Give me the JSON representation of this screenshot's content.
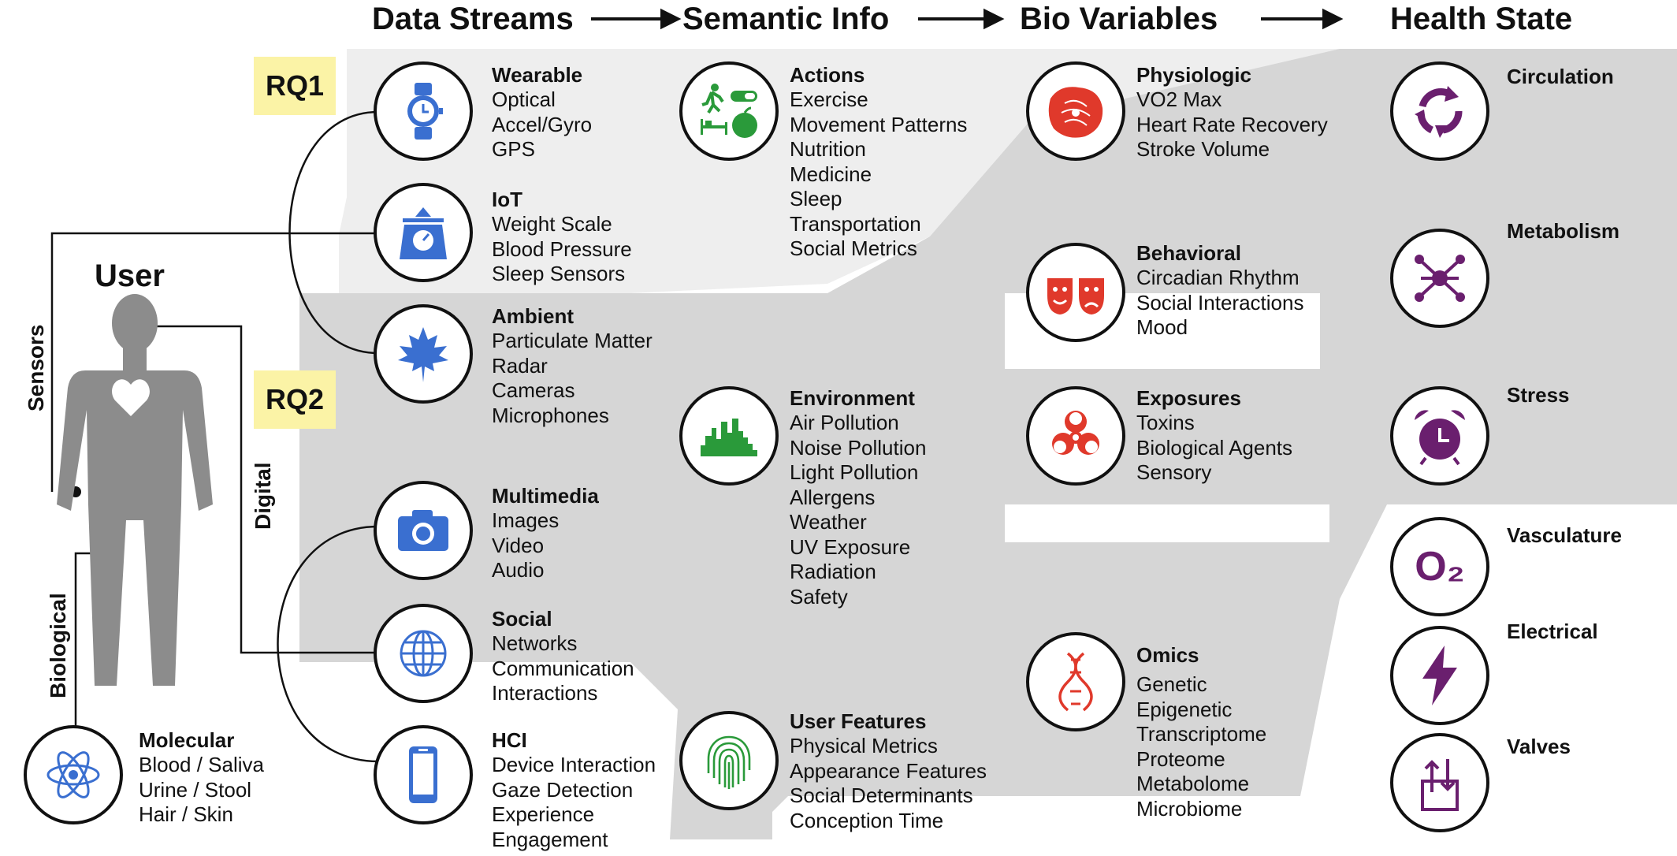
{
  "headers": {
    "data_streams": "Data Streams",
    "semantic_info": "Semantic Info",
    "bio_variables": "Bio Variables",
    "health_state": "Health State"
  },
  "tags": {
    "rq1": "RQ1",
    "rq2": "RQ2"
  },
  "user": {
    "label": "User"
  },
  "side_labels": {
    "sensors": "Sensors",
    "digital": "Digital",
    "biological": "Biological"
  },
  "data_streams": {
    "wearable": {
      "title": "Wearable",
      "items": [
        "Optical",
        "Accel/Gyro",
        "GPS"
      ]
    },
    "iot": {
      "title": "IoT",
      "items": [
        "Weight Scale",
        "Blood Pressure",
        "Sleep Sensors"
      ]
    },
    "ambient": {
      "title": "Ambient",
      "items": [
        "Particulate Matter",
        "Radar",
        "Cameras",
        "Microphones"
      ]
    },
    "multimedia": {
      "title": "Multimedia",
      "items": [
        "Images",
        "Video",
        "Audio"
      ]
    },
    "social": {
      "title": "Social",
      "items": [
        "Networks",
        "Communication",
        "Interactions"
      ]
    },
    "hci": {
      "title": "HCI",
      "items": [
        "Device Interaction",
        "Gaze Detection",
        "Experience",
        "Engagement"
      ]
    },
    "molecular": {
      "title": "Molecular",
      "items": [
        "Blood / Saliva",
        "Urine / Stool",
        "Hair / Skin"
      ]
    }
  },
  "semantic_info": {
    "actions": {
      "title": "Actions",
      "items": [
        "Exercise",
        "Movement Patterns",
        "Nutrition",
        "Medicine",
        "Sleep",
        "Transportation",
        "Social Metrics"
      ]
    },
    "environment": {
      "title": "Environment",
      "items": [
        "Air Pollution",
        "Noise Pollution",
        "Light Pollution",
        "Allergens",
        "Weather",
        "UV Exposure",
        "Radiation",
        "Safety"
      ]
    },
    "user_features": {
      "title": "User Features",
      "items": [
        "Physical Metrics",
        "Appearance Features",
        "Social Determinants",
        "Conception Time"
      ]
    }
  },
  "bio_variables": {
    "physiologic": {
      "title": "Physiologic",
      "items": [
        "VO2 Max",
        "Heart Rate Recovery",
        "Stroke Volume"
      ]
    },
    "behavioral": {
      "title": "Behavioral",
      "items": [
        "Circadian Rhythm",
        "Social Interactions",
        "Mood"
      ]
    },
    "exposures": {
      "title": "Exposures",
      "items": [
        "Toxins",
        "Biological Agents",
        "Sensory"
      ]
    },
    "omics": {
      "title": "Omics",
      "items": [
        "Genetic",
        "Epigenetic",
        "Transcriptome",
        "Proteome",
        "Metabolome",
        "Microbiome"
      ]
    }
  },
  "health_state": {
    "circulation": "Circulation",
    "metabolism": "Metabolism",
    "stress": "Stress",
    "vasculature": "Vasculature",
    "vasculature_symbol": "O₂",
    "electrical": "Electrical",
    "valves": "Valves"
  },
  "colors": {
    "stream_icon": "#3a6fd0",
    "semantic_icon": "#2a9a3a",
    "bio_icon": "#e0392b",
    "health_icon": "#6a1f6e",
    "rq_tag": "#fbf3a6",
    "band_light": "#eeeeee",
    "band_dark": "#d6d6d6"
  }
}
